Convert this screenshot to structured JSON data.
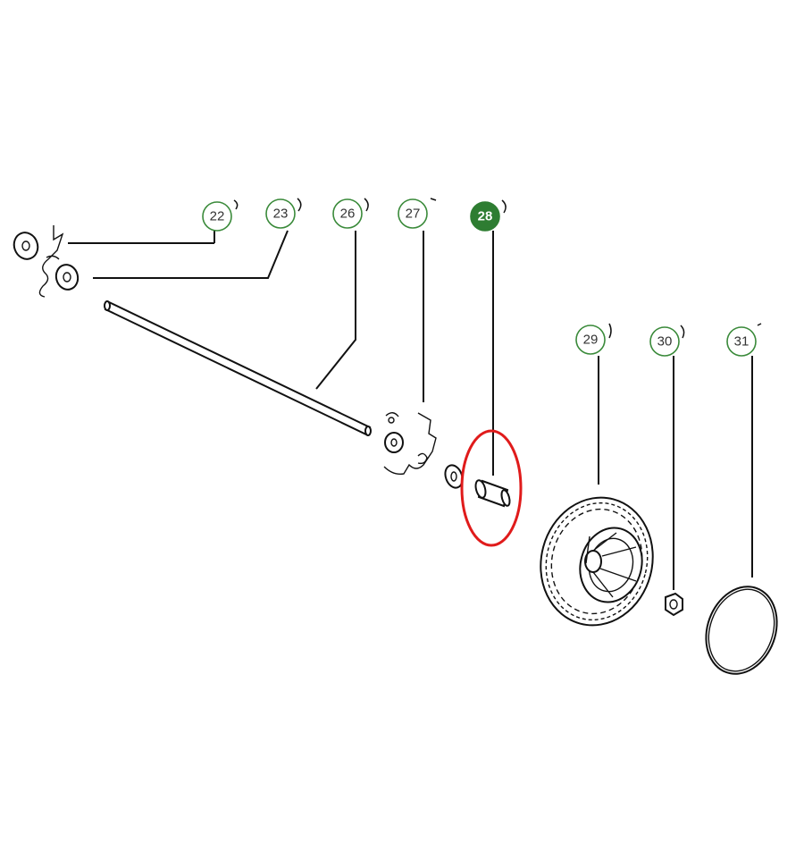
{
  "callouts": [
    {
      "id": "c22",
      "label": "22",
      "active": false
    },
    {
      "id": "c23",
      "label": "23",
      "active": false
    },
    {
      "id": "c26",
      "label": "26",
      "active": false
    },
    {
      "id": "c27",
      "label": "27",
      "active": false
    },
    {
      "id": "c28",
      "label": "28",
      "active": true
    },
    {
      "id": "c29",
      "label": "29",
      "active": false
    },
    {
      "id": "c30",
      "label": "30",
      "active": false
    },
    {
      "id": "c31",
      "label": "31",
      "active": false
    }
  ],
  "colors": {
    "callout_ring": "#3a8a3a",
    "callout_active_fill": "#2e7d32",
    "highlight_ellipse": "#e01b1b",
    "line_art": "#111111"
  },
  "highlighted_part": "28"
}
